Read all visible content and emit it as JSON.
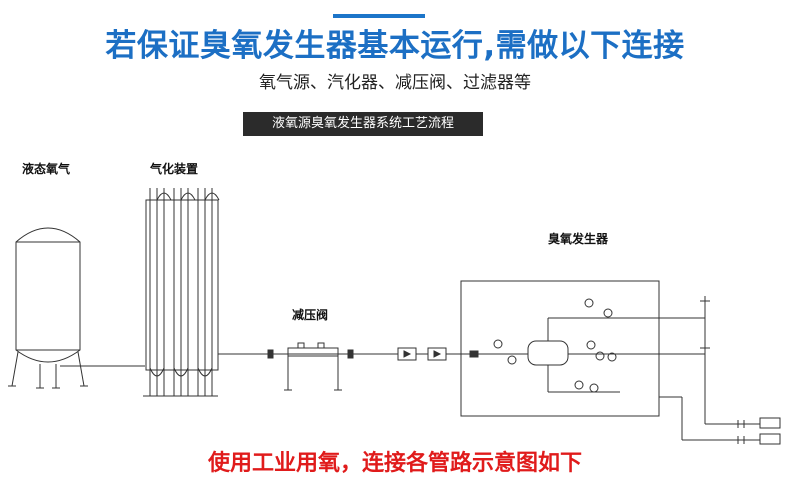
{
  "title": "若保证臭氧发生器基本运行,需做以下连接",
  "subtitle": "氧气源、汽化器、减压阀、过滤器等",
  "banner": "液氧源臭氧发生器系统工艺流程",
  "labels": {
    "liquid_oxygen": "液态氧气",
    "vaporizer": "气化装置",
    "pressure_valve": "减压阀",
    "ozone_generator": "臭氧发生器"
  },
  "footer": "使用工业用氧，连接各管路示意图如下",
  "colors": {
    "title_blue": "#1c6fc4",
    "accent_bar": "#1c75c9",
    "footer_red": "#e01b1b",
    "banner_bg": "#2b2b2b",
    "line": "#333333"
  }
}
